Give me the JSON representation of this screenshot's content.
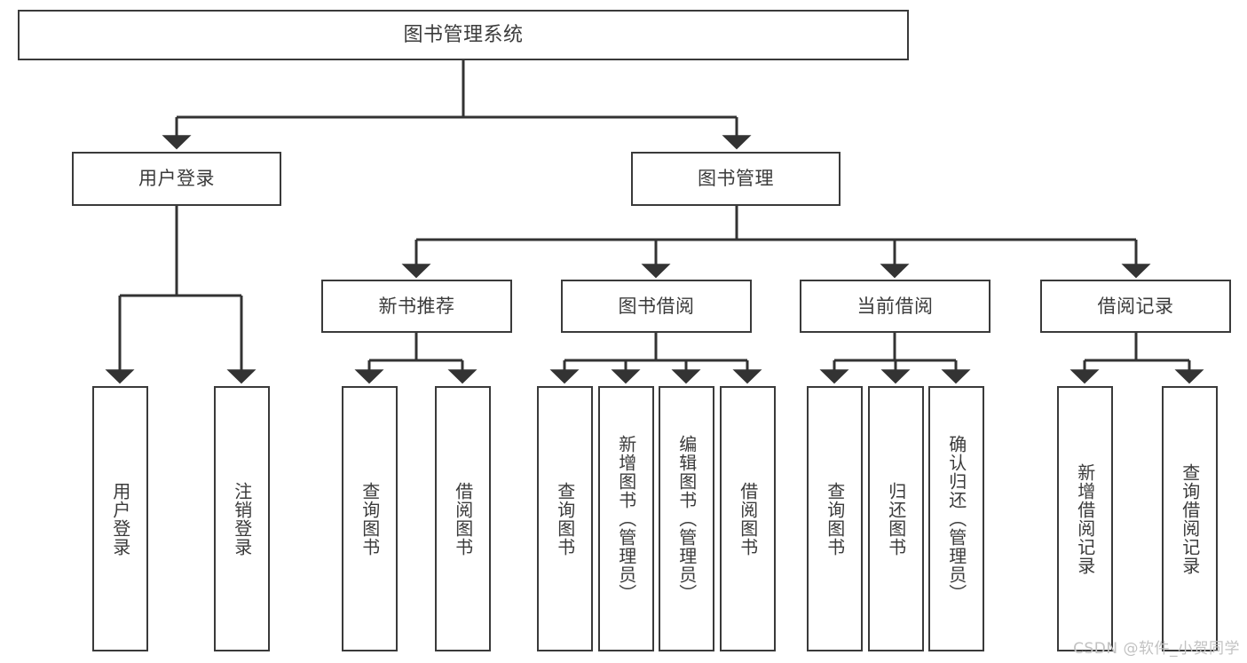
{
  "diagram": {
    "type": "tree",
    "title": "图书管理系统",
    "watermark": "CSDN @软件_小贺同学",
    "colors": {
      "box_border": "#3a3a3a",
      "box_fill": "#ffffff",
      "text": "#3b3b3b",
      "edge": "#333333",
      "watermark": "#c2c2c2",
      "background": "#ffffff"
    },
    "nodes": {
      "root": {
        "label": "图书管理系统"
      },
      "level2": [
        {
          "label": "用户登录"
        },
        {
          "label": "图书管理"
        }
      ],
      "level3": [
        {
          "label": "新书推荐"
        },
        {
          "label": "图书借阅"
        },
        {
          "label": "当前借阅"
        },
        {
          "label": "借阅记录"
        }
      ],
      "leaves": {
        "user_login": [
          {
            "label": "用户登录"
          },
          {
            "label": "注销登录"
          }
        ],
        "new_book": [
          {
            "label": "查询图书"
          },
          {
            "label": "借阅图书"
          }
        ],
        "book_borrow": [
          {
            "label": "查询图书"
          },
          {
            "label": "新增图书（管理员）"
          },
          {
            "label": "编辑图书（管理员）"
          },
          {
            "label": "借阅图书"
          }
        ],
        "current_borrow": [
          {
            "label": "查询图书"
          },
          {
            "label": "归还图书"
          },
          {
            "label": "确认归还（管理员）"
          }
        ],
        "borrow_record": [
          {
            "label": "新增借阅记录"
          },
          {
            "label": "查询借阅记录"
          }
        ]
      }
    }
  }
}
